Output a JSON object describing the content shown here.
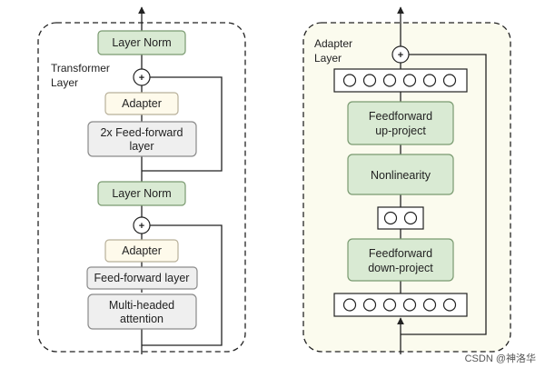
{
  "transformer": {
    "title_line1": "Transformer",
    "title_line2": "Layer",
    "top_layer_norm": "Layer Norm",
    "top_adapter": "Adapter",
    "ffn_line1": "2x Feed-forward",
    "ffn_line2": "layer",
    "mid_layer_norm": "Layer Norm",
    "bottom_adapter": "Adapter",
    "ff_layer": "Feed-forward layer",
    "attn_line1": "Multi-headed",
    "attn_line2": "attention",
    "plus": "+"
  },
  "adapter": {
    "title_line1": "Adapter",
    "title_line2": "Layer",
    "up_line1": "Feedforward",
    "up_line2": "up-project",
    "nonlinearity": "Nonlinearity",
    "down_line1": "Feedforward",
    "down_line2": "down-project",
    "plus": "+"
  },
  "watermark": "CSDN @神洛华",
  "colors": {
    "green_fill": "#d9ead3",
    "green_stroke": "#7a9a70",
    "cream_fill": "#fefaeb",
    "cream_stroke": "#b8b09a",
    "gray_fill": "#efefef",
    "gray_stroke": "#8a8a8a",
    "adapter_panel_fill": "#fbfbee",
    "line": "#222222"
  }
}
